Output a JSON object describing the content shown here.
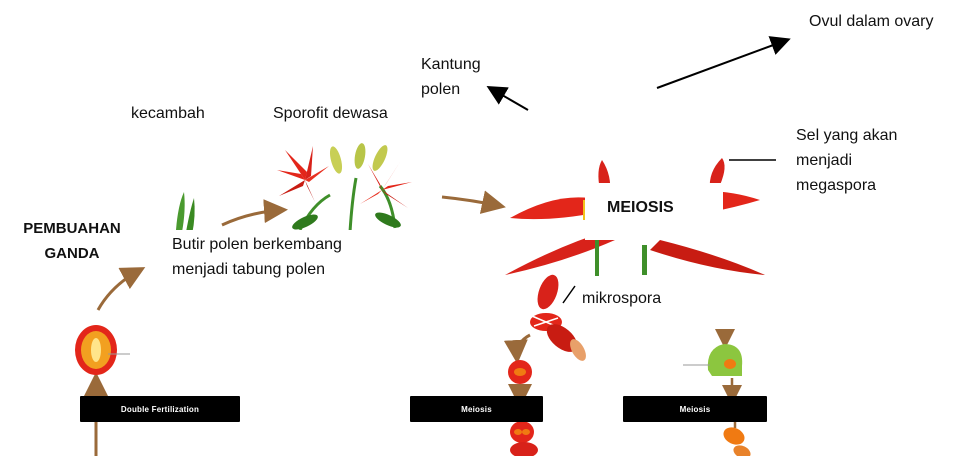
{
  "labels": {
    "ovul": "Ovul dalam ovary",
    "kantung_line1": "Kantung",
    "kantung_line2": "polen",
    "kecambah": "kecambah",
    "sporofit": "Sporofit dewasa",
    "sel_line1": "Sel yang akan",
    "sel_line2": "menjadi",
    "sel_line3": "megaspora",
    "pembuahan_line1": "PEMBUAHAN",
    "pembuahan_line2": "GANDA",
    "butir_line1": "Butir polen berkembang",
    "butir_line2": "menjadi tabung polen",
    "meiosis_box": "MEIOSIS",
    "mikrospora": "mikrospora"
  },
  "bars": {
    "double_fertilization": "Double Fertilization",
    "meiosis_left": "Meiosis",
    "meiosis_right": "Meiosis"
  },
  "colors": {
    "petal": "#e3261a",
    "petal_dark": "#b81510",
    "stem": "#3f8f2a",
    "arrow_brown": "#9a6a3a",
    "ovule_orange": "#f07a12",
    "yellow": "#f2c21b"
  }
}
